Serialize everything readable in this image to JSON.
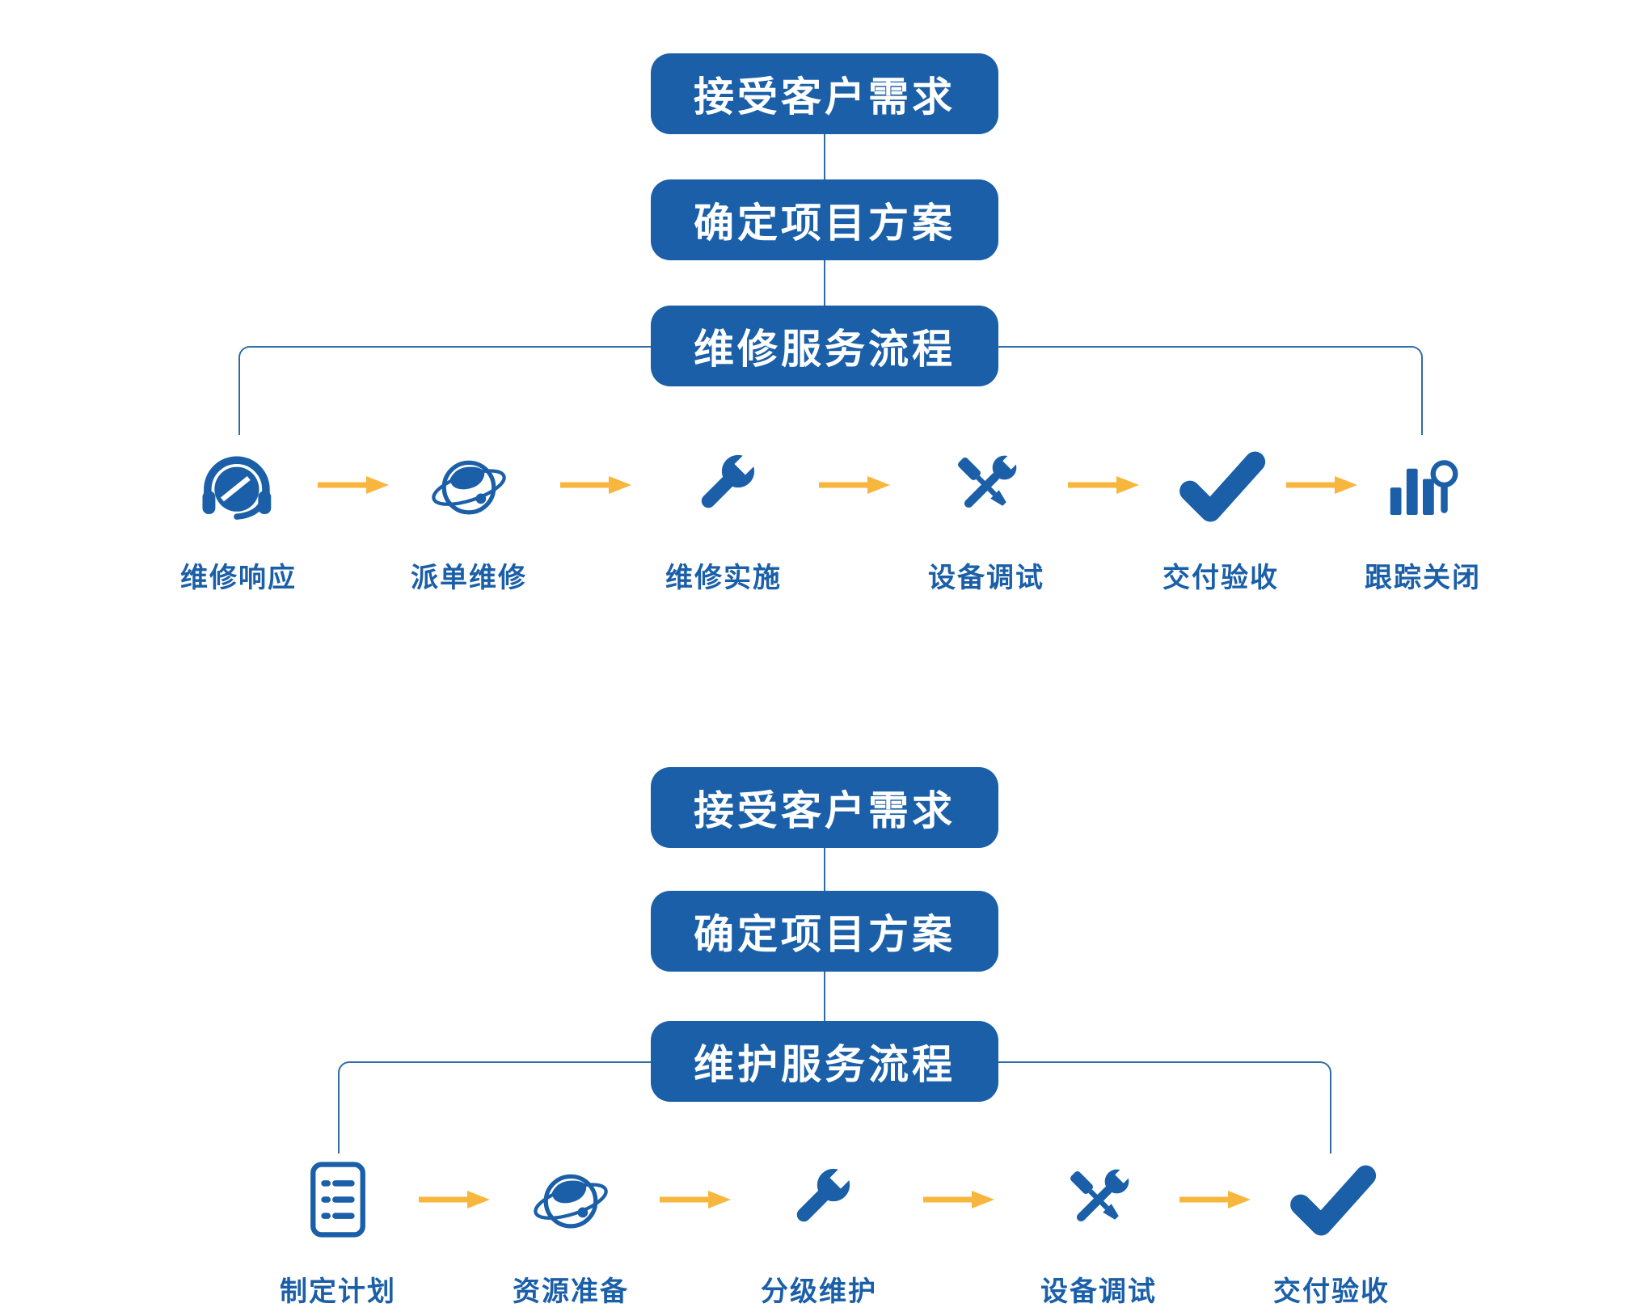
{
  "colors": {
    "box_blue": "#1A5FA8",
    "icon_blue": "#1A5FA8",
    "arrow_yellow": "#F7B63E",
    "connector_blue": "#2E6DA4",
    "box_text": "#FFFFFF",
    "label_text": "#1A5FA8",
    "background": "#FFFFFF"
  },
  "sections": [
    {
      "name": "repair-service-flow",
      "boxes": [
        {
          "label": "接受客户需求"
        },
        {
          "label": "确定项目方案"
        },
        {
          "label": "维修服务流程"
        }
      ],
      "steps": [
        {
          "label": "维修响应",
          "icon": "headset-icon"
        },
        {
          "label": "派单维修",
          "icon": "globe-icon"
        },
        {
          "label": "维修实施",
          "icon": "wrench-icon"
        },
        {
          "label": "设备调试",
          "icon": "crossed-tools-icon"
        },
        {
          "label": "交付验收",
          "icon": "checkmark-icon"
        },
        {
          "label": "跟踪关闭",
          "icon": "chart-magnifier-icon"
        }
      ]
    },
    {
      "name": "maintenance-service-flow",
      "boxes": [
        {
          "label": "接受客户需求"
        },
        {
          "label": "确定项目方案"
        },
        {
          "label": "维护服务流程"
        }
      ],
      "steps": [
        {
          "label": "制定计划",
          "icon": "checklist-icon"
        },
        {
          "label": "资源准备",
          "icon": "globe-icon"
        },
        {
          "label": "分级维护",
          "icon": "wrench-icon"
        },
        {
          "label": "设备调试",
          "icon": "crossed-tools-icon"
        },
        {
          "label": "交付验收",
          "icon": "checkmark-icon"
        }
      ]
    }
  ]
}
